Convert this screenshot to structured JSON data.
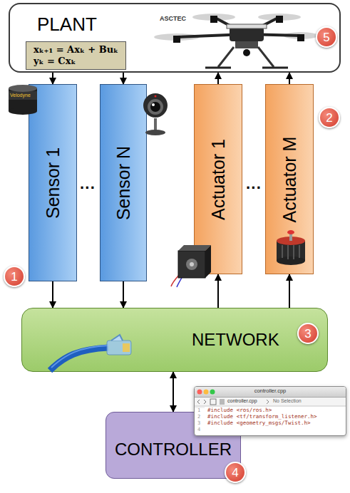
{
  "diagram": {
    "nodes": [
      {
        "text": [
          "PLANT"
        ]
      },
      {
        "text": [
          "xₖ₊₁ = Axₖ + Buₖ",
          "yₖ = Cxₖ"
        ],
        "in": 0
      },
      {
        "text": [
          "Sensor 1"
        ]
      },
      {
        "text": [
          "Sensor N"
        ]
      },
      {
        "text": [
          "Actuator 1"
        ]
      },
      {
        "text": [
          "Actuator M"
        ]
      },
      {
        "text": [
          "NETWORK"
        ]
      },
      {
        "text": [
          "CONTROLLER"
        ]
      }
    ],
    "edges": [
      {
        "from": 0,
        "to": 2,
        "arrow": "to"
      },
      {
        "from": 0,
        "to": 3,
        "arrow": "to"
      },
      {
        "from": 2,
        "to": 6,
        "arrow": "to"
      },
      {
        "from": 3,
        "to": 6,
        "arrow": "to"
      },
      {
        "from": 6,
        "to": 4,
        "arrow": "to"
      },
      {
        "from": 6,
        "to": 5,
        "arrow": "to"
      },
      {
        "from": 4,
        "to": 0,
        "arrow": "to"
      },
      {
        "from": 5,
        "to": 0,
        "arrow": "to"
      },
      {
        "from": 6,
        "to": 7,
        "arrow": "both"
      }
    ],
    "labels": [
      "ASCTEC",
      "5",
      "Velodyne",
      "1",
      "···",
      "···",
      "2",
      "3",
      "controller.cpp",
      "controller.cpp",
      "No Selection",
      "1",
      "#include <ros/ros.h>",
      "2",
      "#include <tf/transform_listener.h>",
      "3",
      "#include <geometry_msgs/Twist.h>",
      "4",
      "4"
    ]
  }
}
